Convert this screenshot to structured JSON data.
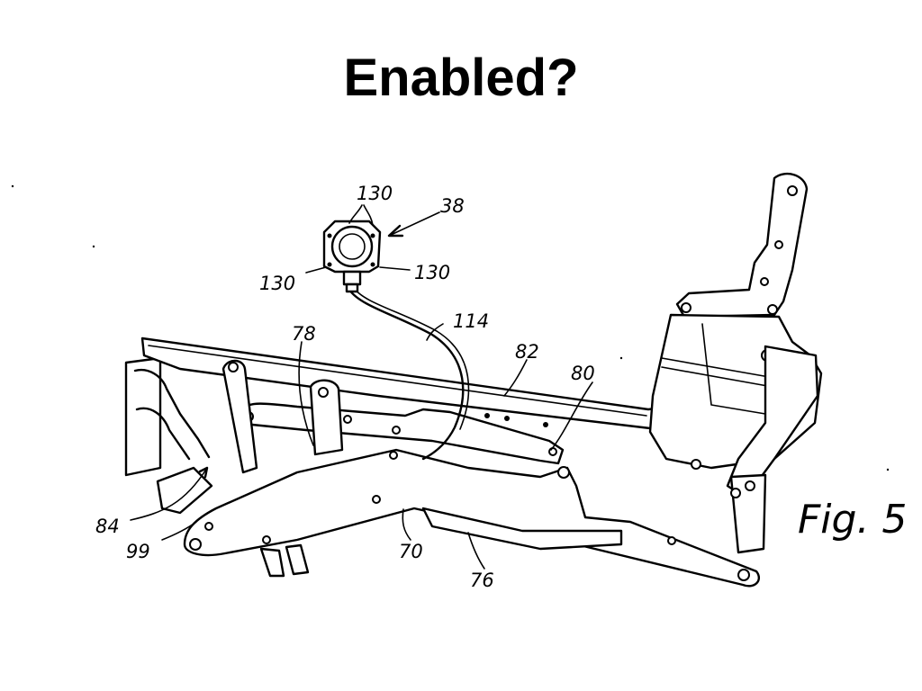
{
  "slide": {
    "title": "Enabled?"
  },
  "figure": {
    "caption": "Fig. 5",
    "reference_numerals": {
      "r130a": "130",
      "r38": "38",
      "r130b": "130",
      "r130c": "130",
      "r114": "114",
      "r78": "78",
      "r82": "82",
      "r80": "80",
      "r84": "84",
      "r99": "99",
      "r70": "70",
      "r76": "76"
    }
  }
}
